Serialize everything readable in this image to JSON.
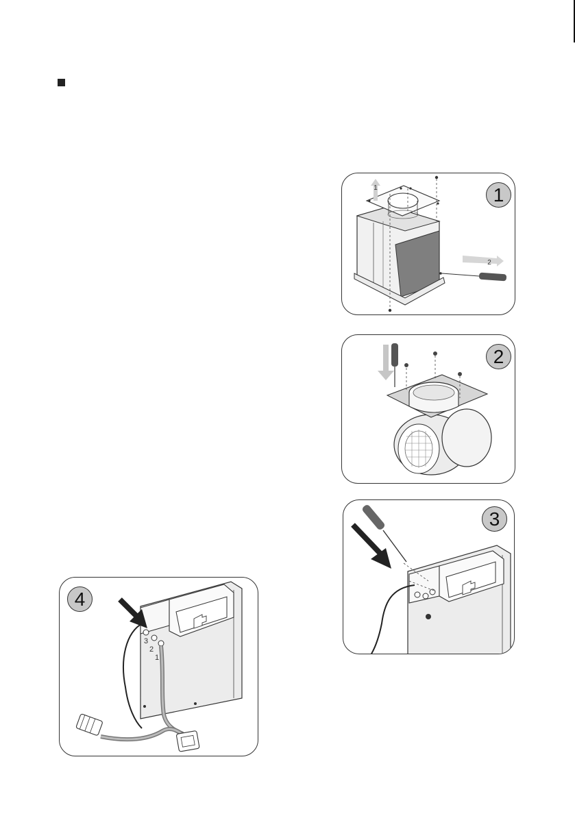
{
  "panels": [
    {
      "step": "1",
      "arrow_labels": [
        "1",
        "2"
      ]
    },
    {
      "step": "2"
    },
    {
      "step": "3"
    },
    {
      "step": "4",
      "terminal_labels": [
        "3",
        "2",
        "1"
      ]
    }
  ]
}
